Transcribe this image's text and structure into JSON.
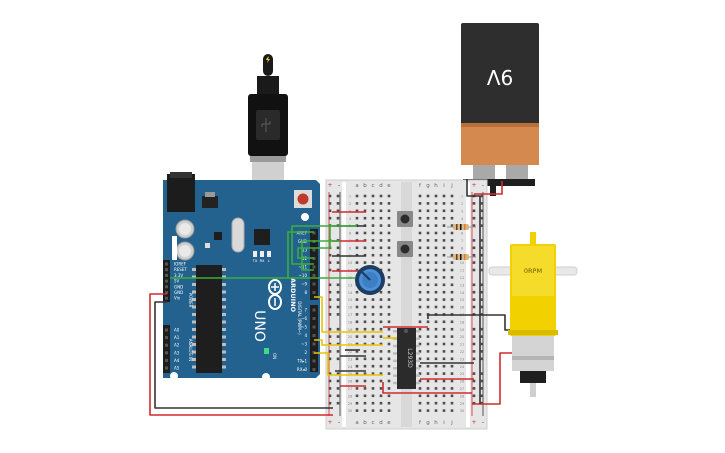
{
  "battery": {
    "voltage_label": "9V"
  },
  "motor": {
    "speed_label": "0RPM"
  },
  "arduino": {
    "brand": "ARDUINO",
    "model": "UNO",
    "power_header_label": "POWER",
    "analog_header_label": "ANALOG IN",
    "digital_header_label": "DIGITAL (PWM~)",
    "on_label": "ON",
    "power_pins": [
      "IOREF",
      "RESET",
      "3.3V",
      "5V",
      "GND",
      "GND",
      "Vin"
    ],
    "analog_pins": [
      "A0",
      "A1",
      "A2",
      "A3",
      "A4",
      "A5"
    ],
    "digital_top_pins": [
      "AREF",
      "GND",
      "13",
      "12",
      "~11",
      "~10",
      "~9",
      "8"
    ],
    "digital_bottom_pins": [
      "7",
      "~6",
      "~5",
      "4",
      "~3",
      "2",
      "TX▸1",
      "RX◂0"
    ],
    "led_labels": [
      "TX",
      "RX",
      "L"
    ]
  },
  "breadboard": {
    "column_letters": [
      "a",
      "b",
      "c",
      "d",
      "e",
      "f",
      "g",
      "h",
      "i",
      "j"
    ],
    "row_numbers": [
      "1",
      "2",
      "3",
      "4",
      "5",
      "6",
      "7",
      "8",
      "9",
      "10",
      "11",
      "12",
      "13",
      "14",
      "15",
      "16",
      "17",
      "18",
      "19",
      "20",
      "21",
      "22",
      "23",
      "24",
      "25",
      "26",
      "27",
      "28",
      "29",
      "30"
    ],
    "rail_plus": "+",
    "rail_minus": "-"
  },
  "ic": {
    "label": "L293D"
  },
  "colors": {
    "wire_red": "#d22b2b",
    "wire_black": "#333333",
    "wire_green": "#3aae3a",
    "wire_yellow": "#e8c400",
    "arduino_blue": "#23628f",
    "motor_yellow": "#f2d100",
    "battery_copper": "#d48a4f",
    "battery_black": "#2e2e2e"
  }
}
